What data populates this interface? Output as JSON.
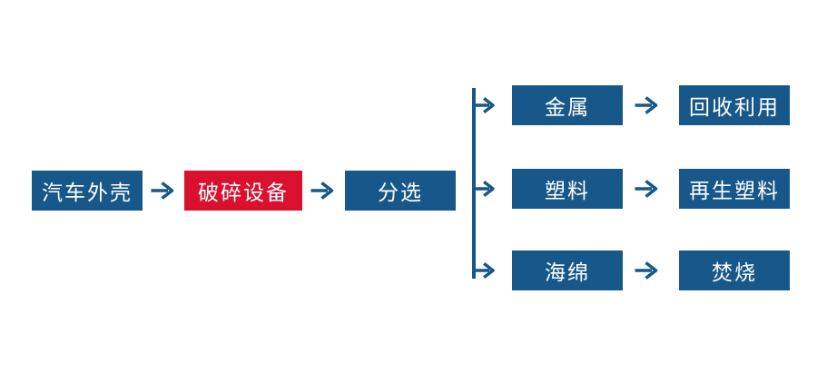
{
  "diagram": {
    "colors": {
      "node_blue": "#175789",
      "node_red": "#D8112E",
      "arrow_blue": "#175789",
      "label_text": "#ffffff",
      "background": "#ffffff"
    },
    "icons": {
      "arrow_right": "→"
    },
    "main_flow": {
      "source": {
        "label": "汽车外壳"
      },
      "process": {
        "label": "破碎设备"
      },
      "sorting": {
        "label": "分选"
      }
    },
    "branches": [
      {
        "material": "金属",
        "result": "回收利用"
      },
      {
        "material": "塑料",
        "result": "再生塑料"
      },
      {
        "material": "海绵",
        "result": "焚烧"
      }
    ]
  }
}
